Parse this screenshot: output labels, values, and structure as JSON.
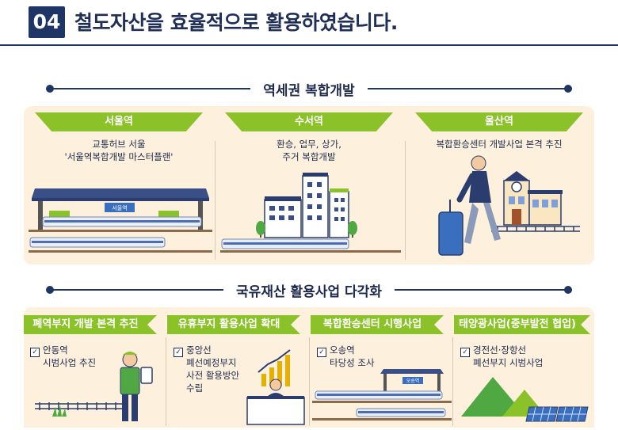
{
  "header": {
    "number": "04",
    "title": "철도자산을 효율적으로 활용하였습니다."
  },
  "section1": {
    "title": "역세권 복합개발",
    "items": [
      {
        "station": "서울역",
        "desc_line1": "교통허브 서울",
        "desc_line2": "'서울역복합개발 마스터플랜'",
        "sign": "서울역"
      },
      {
        "station": "수서역",
        "desc_line1": "환승, 업무, 상가,",
        "desc_line2": "주거 복합개발"
      },
      {
        "station": "울산역",
        "desc_line1": "복합환승센터 개발사업 본격 추진",
        "desc_line2": ""
      }
    ]
  },
  "section2": {
    "title": "국유재산 활용사업 다각화",
    "items": [
      {
        "tab": "폐역부지 개발 본격 추진",
        "line1": "안동역",
        "line2": "시범사업 추진",
        "line3": "",
        "line4": ""
      },
      {
        "tab": "유휴부지 활용사업 확대",
        "line1": "중앙선",
        "line2": "폐선예정부지",
        "line3": "사전 활용방안",
        "line4": "수립"
      },
      {
        "tab": "복합환승센터 시행사업",
        "line1": "오송역",
        "line2": "타당성 조사",
        "line3": "",
        "line4": "",
        "sign": "오송역"
      },
      {
        "tab": "태양광사업(중부발전 협업)",
        "line1": "경전선·장항선",
        "line2": "폐선부지 시범사업",
        "line3": "",
        "line4": ""
      }
    ]
  },
  "colors": {
    "navy": "#1f3566",
    "green": "#8bc22a",
    "panel": "#fdf0dd"
  },
  "icons": [
    "checkbox-icon",
    "station-building-icon",
    "train-icon",
    "office-buildings-icon",
    "traveler-with-suitcase-icon",
    "clock-tower-station-icon",
    "worker-with-tablet-icon",
    "growth-chart-icon",
    "presenter-at-desk-icon",
    "mountain-icon",
    "solar-panel-icon",
    "rail-track-icon",
    "tree-icon"
  ]
}
